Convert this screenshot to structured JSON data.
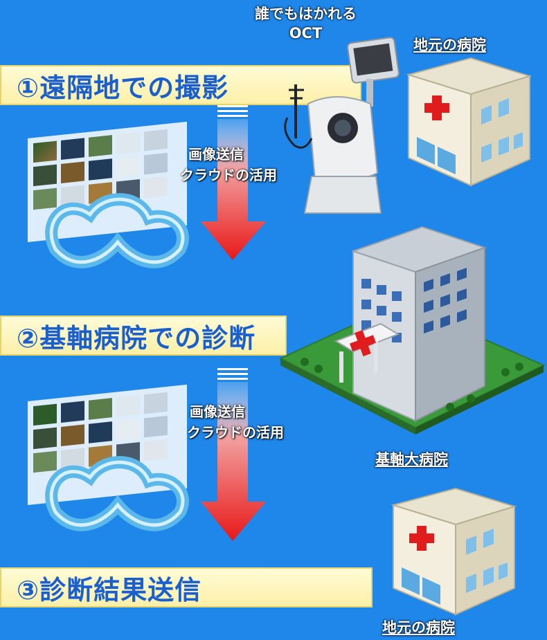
{
  "steps": {
    "remote_capture": "①遠隔地での撮影",
    "core_hospital_diagnosis": "②基軸病院での診断",
    "send_results": "③診断結果送信"
  },
  "oct": {
    "caption_line1": "誰でもはかれる",
    "caption_line2": "OCT"
  },
  "transfer": {
    "line1": "画像送信",
    "line2": "クラウドの活用"
  },
  "hospitals": {
    "local_top": "地元の病院",
    "core": "基軸大病院",
    "local_bottom": "地元の病院"
  },
  "colors": {
    "background": "#1f86ea",
    "step_text": "#1a5fd0",
    "step_box": "#fdf3b4",
    "arrow": "#e81818",
    "cross": "#e01c1c"
  }
}
